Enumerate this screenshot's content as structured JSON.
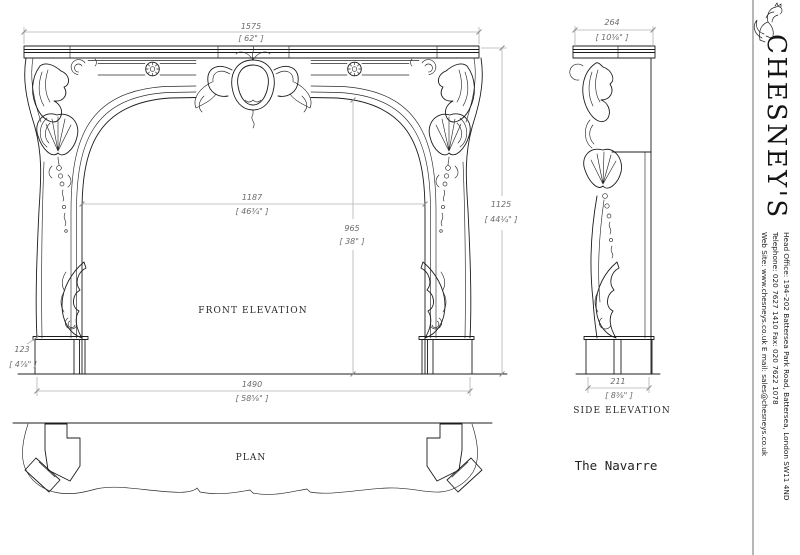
{
  "sheet": {
    "background": "#ffffff"
  },
  "brand": {
    "name": "CHESNEY'S",
    "logo": "lion-crest-icon",
    "head_office": "Head Office: 194–202 Battersea Park Road, Battersea, London SW11 4ND",
    "telephone": "Telephone: 020 7627 1410  Fax: 020 7622 1078",
    "web": "Web Site: www.chesneys.co.uk    E mail: sales@chesneys.co.uk"
  },
  "drawing": {
    "title": "The Navarre",
    "views": {
      "front": {
        "label": "FRONT ELEVATION"
      },
      "side": {
        "label": "SIDE ELEVATION"
      },
      "plan": {
        "label": "PLAN"
      }
    },
    "dims": {
      "shelf_width_mm": "1575",
      "shelf_width_in": "[ 62\" ]",
      "opening_width_mm": "1187",
      "opening_width_in": "[ 46¾\" ]",
      "opening_height_mm": "965",
      "opening_height_in": "[ 38\" ]",
      "overall_height_mm": "1125",
      "overall_height_in": "[ 44¼\" ]",
      "plinth_height_mm": "123",
      "plinth_height_in": "[ 4⅞\" ]",
      "base_width_mm": "1490",
      "base_width_in": "[ 58⅝\" ]",
      "side_depth_mm": "264",
      "side_depth_in": "[ 10⅜\" ]",
      "side_base_depth_mm": "211",
      "side_base_depth_in": "[ 8⅜\" ]"
    }
  },
  "colors": {
    "linework": "#1c1c1c",
    "dimension_line": "#b3b3b3",
    "dimension_text": "#6b6b6b",
    "label_text": "#2a2a2a"
  }
}
